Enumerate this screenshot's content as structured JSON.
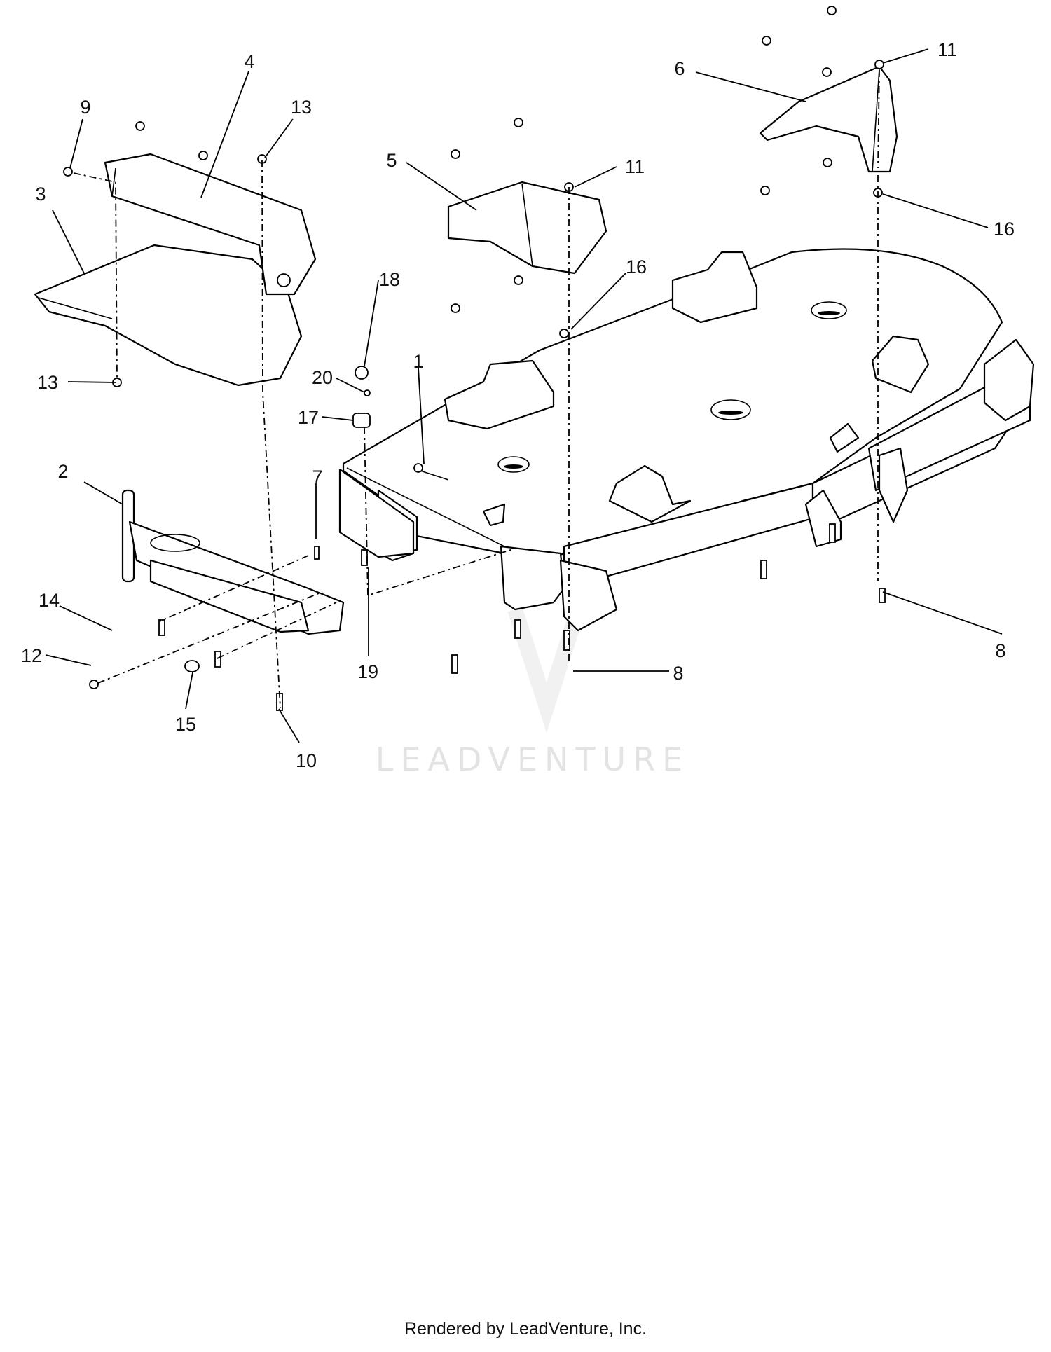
{
  "diagram": {
    "callouts": [
      {
        "id": "c1",
        "label": "1"
      },
      {
        "id": "c2",
        "label": "2"
      },
      {
        "id": "c3",
        "label": "3"
      },
      {
        "id": "c4",
        "label": "4"
      },
      {
        "id": "c5",
        "label": "5"
      },
      {
        "id": "c6",
        "label": "6"
      },
      {
        "id": "c7",
        "label": "7"
      },
      {
        "id": "c8a",
        "label": "8"
      },
      {
        "id": "c8b",
        "label": "8"
      },
      {
        "id": "c9",
        "label": "9"
      },
      {
        "id": "c10",
        "label": "10"
      },
      {
        "id": "c11a",
        "label": "11"
      },
      {
        "id": "c11b",
        "label": "11"
      },
      {
        "id": "c12",
        "label": "12"
      },
      {
        "id": "c13a",
        "label": "13"
      },
      {
        "id": "c13b",
        "label": "13"
      },
      {
        "id": "c14",
        "label": "14"
      },
      {
        "id": "c15",
        "label": "15"
      },
      {
        "id": "c16a",
        "label": "16"
      },
      {
        "id": "c16b",
        "label": "16"
      },
      {
        "id": "c17",
        "label": "17"
      },
      {
        "id": "c18",
        "label": "18"
      },
      {
        "id": "c19",
        "label": "19"
      },
      {
        "id": "c20",
        "label": "20"
      }
    ]
  },
  "watermark": {
    "text": "LEADVENTURE"
  },
  "footer": {
    "text": "Rendered by LeadVenture, Inc."
  }
}
